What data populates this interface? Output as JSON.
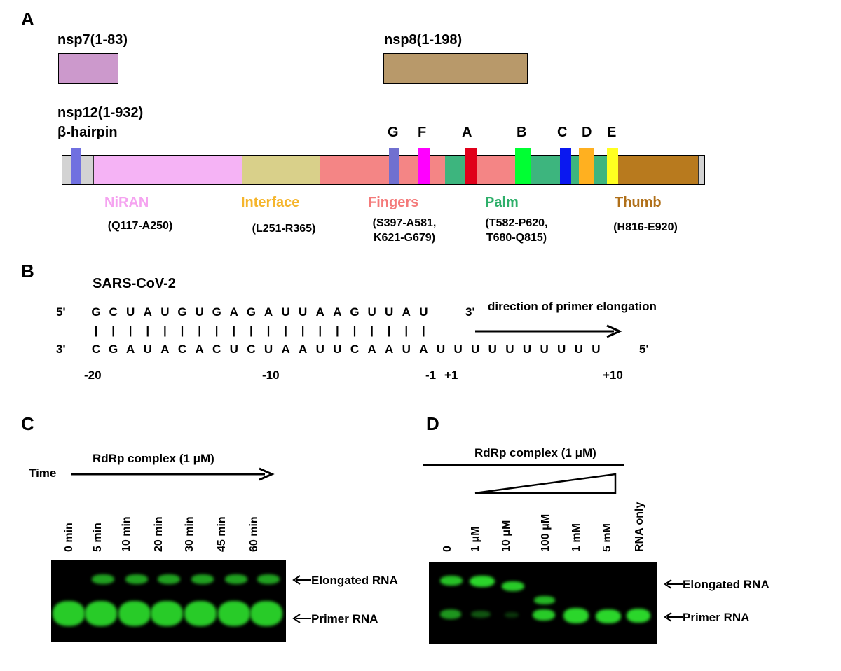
{
  "panels": {
    "a": "A",
    "b": "B",
    "c": "C",
    "d": "D"
  },
  "panelA": {
    "nsp7_label": "nsp7(1-83)",
    "nsp8_label": "nsp8(1-198)",
    "nsp12_label": "nsp12(1-932)",
    "hairpin_label": "β-hairpin",
    "colors": {
      "nsp7": "#cc99cc",
      "nsp8": "#b8996a",
      "hairpin": "#7070e0",
      "niran": "#f5b3f5",
      "interface": "#d9d08a",
      "fingers": "#f48585",
      "palm": "#3db57e",
      "thumb": "#b87a1e",
      "flank": "#d3d3d3"
    },
    "motifs": [
      {
        "label": "G",
        "color": "#7070d0"
      },
      {
        "label": "F",
        "color": "#ff00ff"
      },
      {
        "label": "A",
        "color": "#e0001a"
      },
      {
        "label": "B",
        "color": "#00ff33"
      },
      {
        "label": "C",
        "color": "#0a18f0"
      },
      {
        "label": "D",
        "color": "#ffb020"
      },
      {
        "label": "E",
        "color": "#ffff20"
      }
    ],
    "domains": [
      {
        "name": "NiRAN",
        "range": "(Q117-A250)",
        "color": "#f5a3f0"
      },
      {
        "name": "Interface",
        "range": "(L251-R365)",
        "color": "#f5b52c"
      },
      {
        "name": "Fingers",
        "range1": "(S397-A581,",
        "range2": "K621-G679)",
        "color": "#f47a7a"
      },
      {
        "name": "Palm",
        "range1": "(T582-P620,",
        "range2": "T680-Q815)",
        "color": "#2eaf6a"
      },
      {
        "name": "Thumb",
        "range": "(H816-E920)",
        "color": "#b0701a"
      }
    ]
  },
  "panelB": {
    "title": "SARS-CoV-2",
    "top_5": "5'",
    "top_3": "3'",
    "bottom_3": "3'",
    "bottom_5": "5'",
    "top_seq": [
      "G",
      "C",
      "U",
      "A",
      "U",
      "G",
      "U",
      "G",
      "A",
      "G",
      "A",
      "U",
      "U",
      "A",
      "A",
      "G",
      "U",
      "U",
      "A",
      "U"
    ],
    "bottom_seq": [
      "C",
      "G",
      "A",
      "U",
      "A",
      "C",
      "A",
      "C",
      "U",
      "C",
      "U",
      "A",
      "A",
      "U",
      "U",
      "C",
      "A",
      "A",
      "U",
      "A",
      "U",
      "U",
      "U",
      "U",
      "U",
      "U",
      "U",
      "U",
      "U",
      "U"
    ],
    "direction": "direction of primer elongation",
    "pos_m20": "-20",
    "pos_m10": "-10",
    "pos_m1": "-1",
    "pos_p1": "+1",
    "pos_p10": "+10"
  },
  "panelC": {
    "condition": "RdRp complex (1 μM)",
    "time_label": "Time",
    "lanes": [
      "0 min",
      "5 min",
      "10 min",
      "20 min",
      "30 min",
      "45 min",
      "60 min"
    ],
    "elongated": "Elongated RNA",
    "primer": "Primer RNA",
    "band_color": "#2bd62b"
  },
  "panelD": {
    "condition": "RdRp complex (1 μM)",
    "lanes": [
      "0",
      "1 μM",
      "10 μM",
      "100 μM",
      "1 mM",
      "5 mM",
      "RNA only"
    ],
    "elongated": "Elongated RNA",
    "primer": "Primer RNA"
  }
}
